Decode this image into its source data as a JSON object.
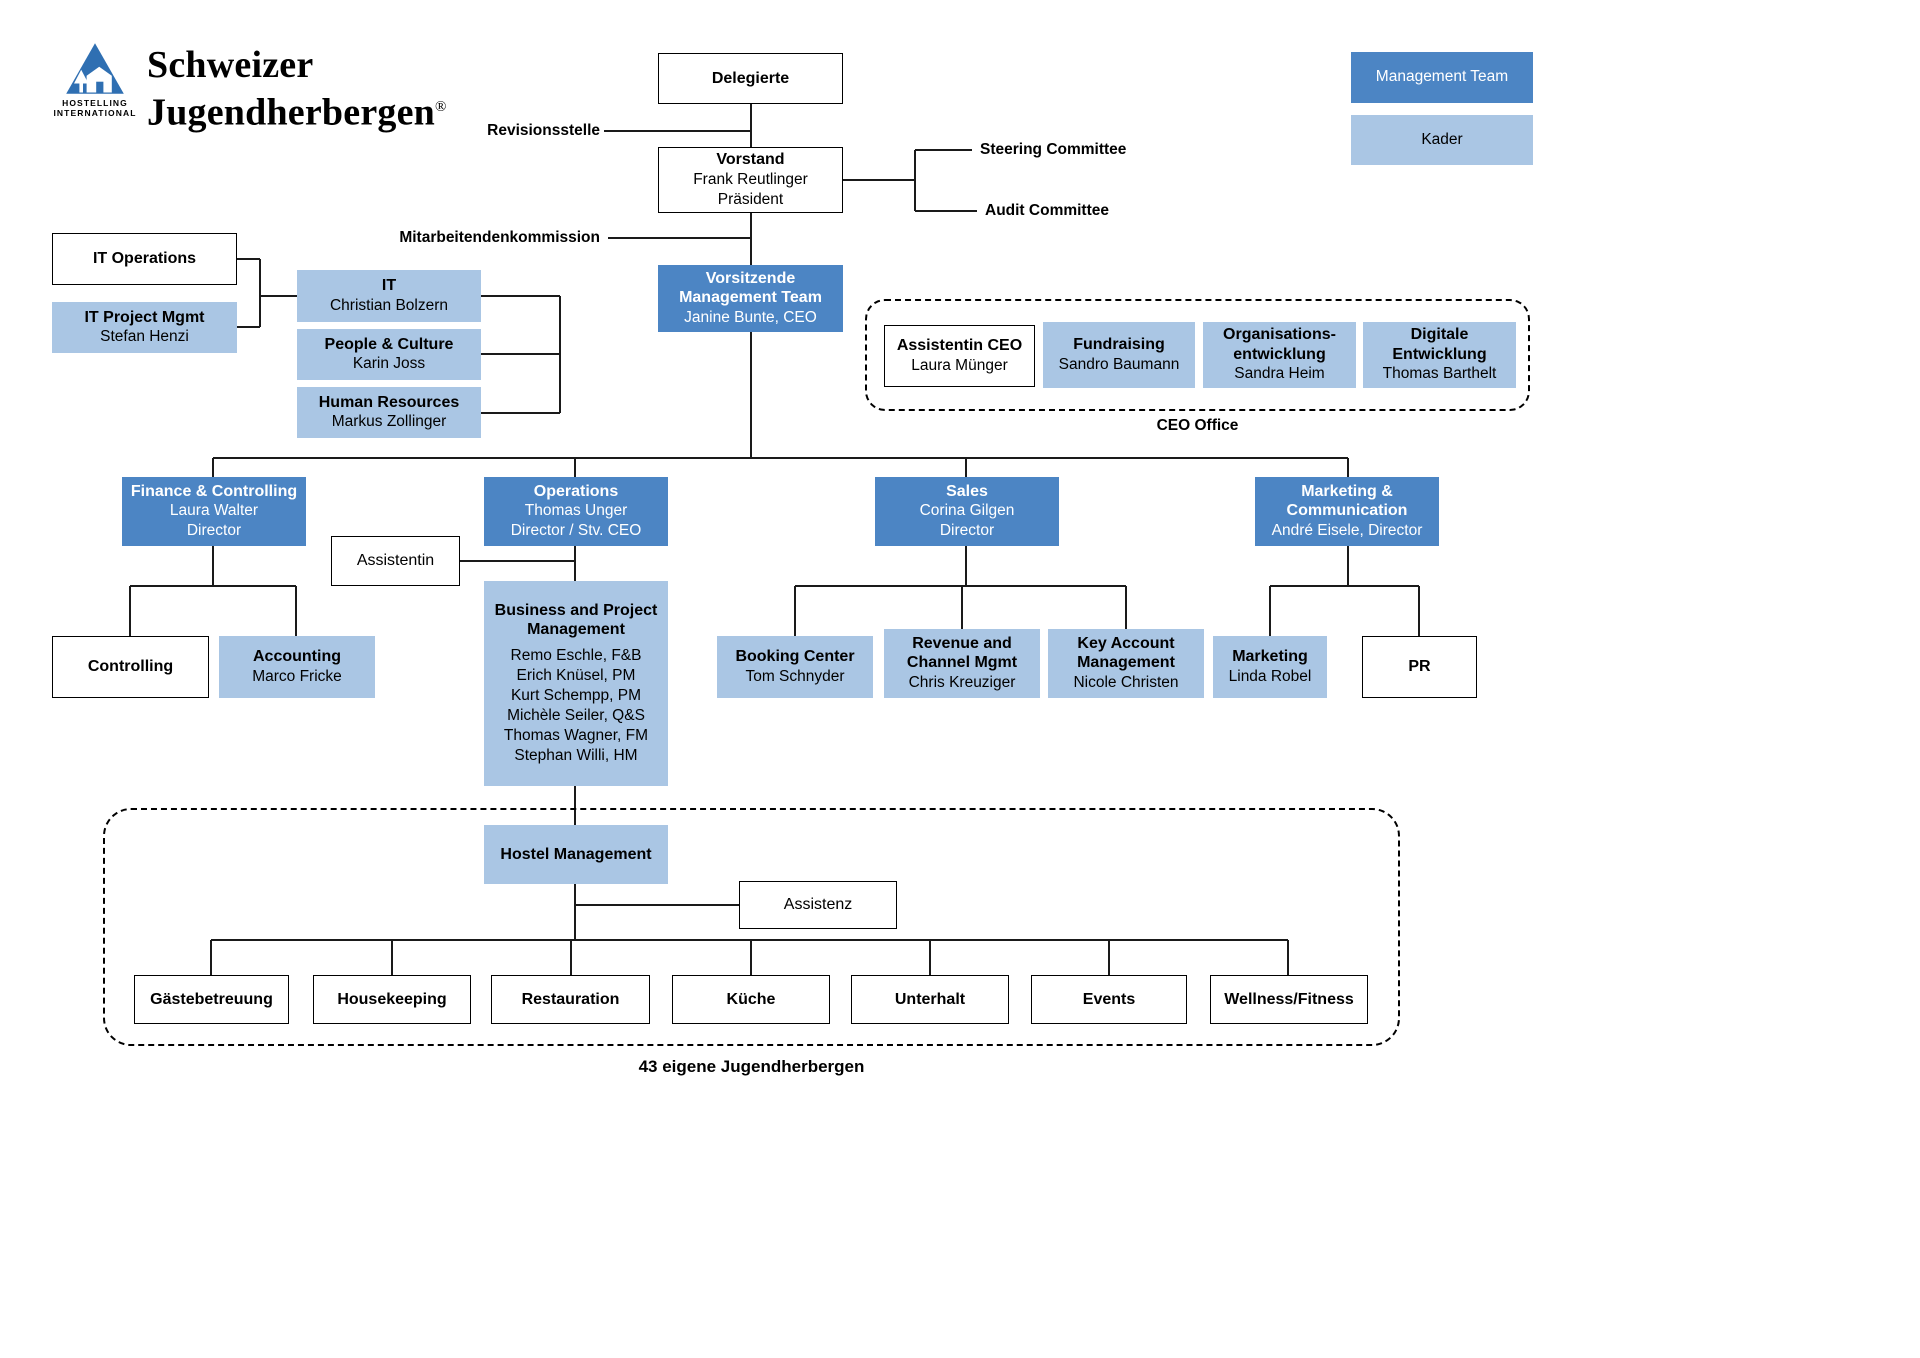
{
  "brand": {
    "name_line1": "Schweizer",
    "name_line2": "Jugendherbergen",
    "registered_mark": "®",
    "hostelling_line1": "HOSTELLING",
    "hostelling_line2": "INTERNATIONAL",
    "logo_icon": "hostelling-international-triangle-house-tree"
  },
  "legend": {
    "management_team_label": "Management Team",
    "kader_label": "Kader"
  },
  "colors": {
    "management_blue": "#4c85c4",
    "kader_blue": "#aac6e4",
    "logo_blue": "#2f6fb2",
    "line_color": "#1a1a1a"
  },
  "labels": {
    "revisionsstelle": "Revisionsstelle",
    "steering_committee": "Steering Committee",
    "audit_committee": "Audit Committee",
    "mitarbeitendenkommission": "Mitarbeitendenkommission",
    "ceo_office": "CEO Office",
    "caption": "43 eigene Jugendherbergen"
  },
  "nodes": {
    "delegierte": {
      "title": "Delegierte"
    },
    "vorstand": {
      "title": "Vorstand",
      "name": "Frank Reutlinger",
      "role": "Präsident"
    },
    "vorsitzende": {
      "title": "Vorsitzende Management Team",
      "name": "Janine Bunte, CEO"
    },
    "it_operations": {
      "title": "IT Operations"
    },
    "it_project_mgmt": {
      "title": "IT Project Mgmt",
      "name": "Stefan Henzi"
    },
    "it": {
      "title": "IT",
      "name": "Christian Bolzern"
    },
    "people_culture": {
      "title": "People & Culture",
      "name": "Karin Joss"
    },
    "human_resources": {
      "title": "Human Resources",
      "name": "Markus Zollinger"
    },
    "assistentin_ceo": {
      "title": "Assistentin CEO",
      "name": "Laura Münger"
    },
    "fundraising": {
      "title": "Fundraising",
      "name": "Sandro Baumann"
    },
    "organisationsentwicklung": {
      "title": "Organisations-entwicklung",
      "name": "Sandra Heim"
    },
    "digitale_entwicklung": {
      "title": "Digitale Entwicklung",
      "name": "Thomas Barthelt"
    },
    "finance_controlling": {
      "title": "Finance & Controlling",
      "name": "Laura Walter",
      "role": "Director"
    },
    "operations": {
      "title": "Operations",
      "name": "Thomas Unger",
      "role": "Director / Stv. CEO"
    },
    "sales": {
      "title": "Sales",
      "name": "Corina Gilgen",
      "role": "Director"
    },
    "marketing_communication": {
      "title": "Marketing & Communication",
      "name": "André Eisele, Director"
    },
    "assistentin": {
      "title": "Assistentin"
    },
    "controlling": {
      "title": "Controlling"
    },
    "accounting": {
      "title": "Accounting",
      "name": "Marco Fricke"
    },
    "business_project_mgmt": {
      "title": "Business and Project Management",
      "members": [
        "Remo Eschle, F&B",
        "Erich Knüsel, PM",
        "Kurt Schempp, PM",
        "Michèle Seiler, Q&S",
        "Thomas Wagner, FM",
        "Stephan Willi, HM"
      ]
    },
    "booking_center": {
      "title": "Booking Center",
      "name": "Tom Schnyder"
    },
    "revenue_channel_mgmt": {
      "title": "Revenue and Channel Mgmt",
      "name": "Chris Kreuziger"
    },
    "key_account_management": {
      "title": "Key Account Management",
      "name": "Nicole Christen"
    },
    "marketing": {
      "title": "Marketing",
      "name": "Linda Robel"
    },
    "pr": {
      "title": "PR"
    },
    "hostel_management": {
      "title": "Hostel Management"
    },
    "assistenz": {
      "title": "Assistenz"
    },
    "gaestebetreuung": {
      "title": "Gästebetreuung"
    },
    "housekeeping": {
      "title": "Housekeeping"
    },
    "restauration": {
      "title": "Restauration"
    },
    "kueche": {
      "title": "Küche"
    },
    "unterhalt": {
      "title": "Unterhalt"
    },
    "events": {
      "title": "Events"
    },
    "wellness_fitness": {
      "title": "Wellness/Fitness"
    }
  }
}
